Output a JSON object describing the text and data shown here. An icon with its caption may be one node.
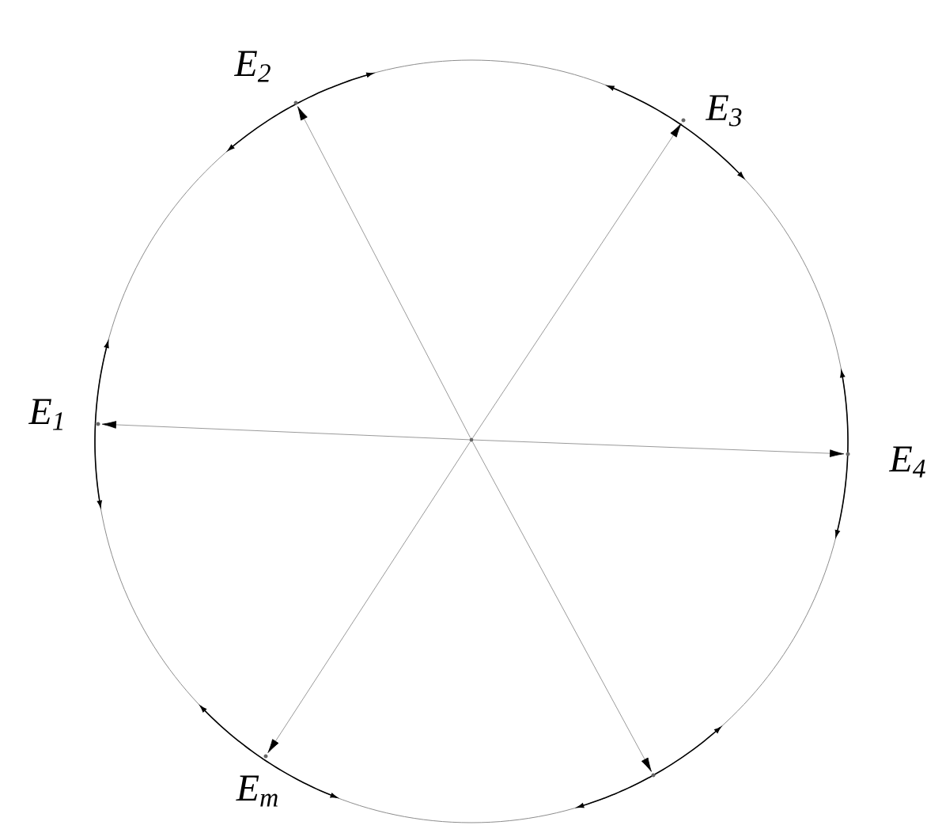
{
  "diagram": {
    "nodes": [
      {
        "text": [],
        "shape": "point"
      },
      {
        "text": [],
        "shape": "point",
        "beside": [
          "E$_{1}$"
        ]
      },
      {
        "text": [],
        "shape": "point",
        "beside": [
          "E$_{2}$"
        ]
      },
      {
        "text": [],
        "shape": "point",
        "beside": [
          "E$_{3}$"
        ]
      },
      {
        "text": [],
        "shape": "point",
        "beside": [
          "E$_{4}$"
        ]
      },
      {
        "text": [],
        "shape": "point",
        "beside": [
          "E$_{m}$"
        ]
      },
      {
        "text": [],
        "shape": "point"
      }
    ],
    "edges": [
      {
        "from": 0,
        "to": 1,
        "arrow": "to"
      },
      {
        "from": 0,
        "to": 2,
        "arrow": "to"
      },
      {
        "from": 0,
        "to": 3,
        "arrow": "to"
      },
      {
        "from": 0,
        "to": 4,
        "arrow": "to"
      },
      {
        "from": 0,
        "to": 5,
        "arrow": "to"
      },
      {
        "from": 0,
        "to": 6,
        "arrow": "to"
      }
    ]
  }
}
